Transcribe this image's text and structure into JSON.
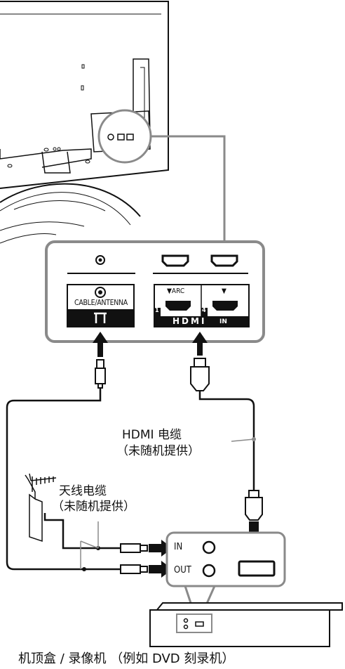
{
  "panel": {
    "cable_antenna_label": "CABLE/ANTENNA",
    "arc_label": "▼ARC",
    "port2_label": "▼",
    "hdmi_logo": "HDMI",
    "hdmi_in_label": "IN",
    "port_num_1": "1",
    "port_num_4": "4"
  },
  "cables": {
    "hdmi_cable_line1": "HDMI 电缆",
    "hdmi_cable_line2": "（未随机提供）",
    "antenna_cable_line1": "天线电缆",
    "antenna_cable_line2": "（未随机提供）"
  },
  "device": {
    "in_label": "IN",
    "out_label": "OUT",
    "caption": "机顶盒 / 录像机 （例如 DVD 刻录机）"
  },
  "colors": {
    "panel_border": "#8a8a8a",
    "panel_fill": "#ffffff",
    "line": "#111111",
    "badge_fill": "#111111"
  }
}
